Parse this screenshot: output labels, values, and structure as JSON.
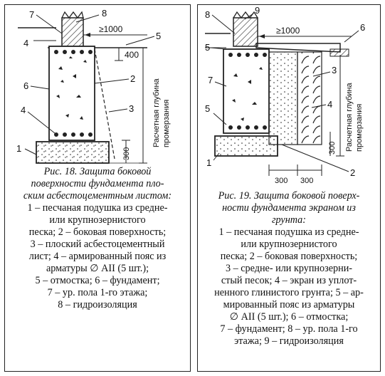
{
  "fig18": {
    "title_lines": [
      "Рис. 18. Защита боковой",
      "поверхности фундамента пло-",
      "ским асбестоцементным листом:"
    ],
    "legend_lines": [
      "1 – песчаная подушка из средне-",
      "или крупнозернистого",
      "песка; 2 – боковая поверхность;",
      "3 – плоский асбестоцементный",
      "лист; 4 – армированный пояс из",
      "арматуры ∅ АII (5 шт.);",
      "5 – отмостка; 6 – фундамент;",
      "7 – ур. пола 1-го этажа;",
      "8 – гидроизоляция"
    ],
    "labels": {
      "n1": "1",
      "n2": "2",
      "n3": "3",
      "n4": "4",
      "n5": "5",
      "n6": "6",
      "n7": "7",
      "n8": "8"
    },
    "dims": {
      "d1000": "≥1000",
      "d400": "400",
      "d300": "300"
    },
    "vertical_label": [
      "Расчетная глубина",
      "промерзания"
    ]
  },
  "fig19": {
    "title_lines": [
      "Рис. 19. Защита боковой поверх-",
      "ности фундамента экраном из",
      "грунта:"
    ],
    "legend_lines": [
      "1 – песчаная подушка из средне-",
      "или крупнозернистого",
      "песка; 2 – боковая поверхность;",
      "3 – средне- или крупнозерни-",
      "стый песок; 4 – экран из уплот-",
      "ненного глинистого грунта; 5 – ар-",
      "мированный пояс из арматуры",
      "∅ АII (5 шт.); 6 – отмостка;",
      "7 – фундамент; 8 – ур. пола 1-го",
      "этажа; 9 – гидроизоляция"
    ],
    "labels": {
      "n1": "1",
      "n2": "2",
      "n3": "3",
      "n4": "4",
      "n5": "5",
      "n6": "6",
      "n7": "7",
      "n8": "8",
      "n9": "9"
    },
    "dims": {
      "d1000": "≥1000",
      "d300a": "300",
      "d300b": "300",
      "d300c": "300"
    },
    "vertical_label": [
      "Расчетная глубина",
      "промерзания"
    ]
  }
}
